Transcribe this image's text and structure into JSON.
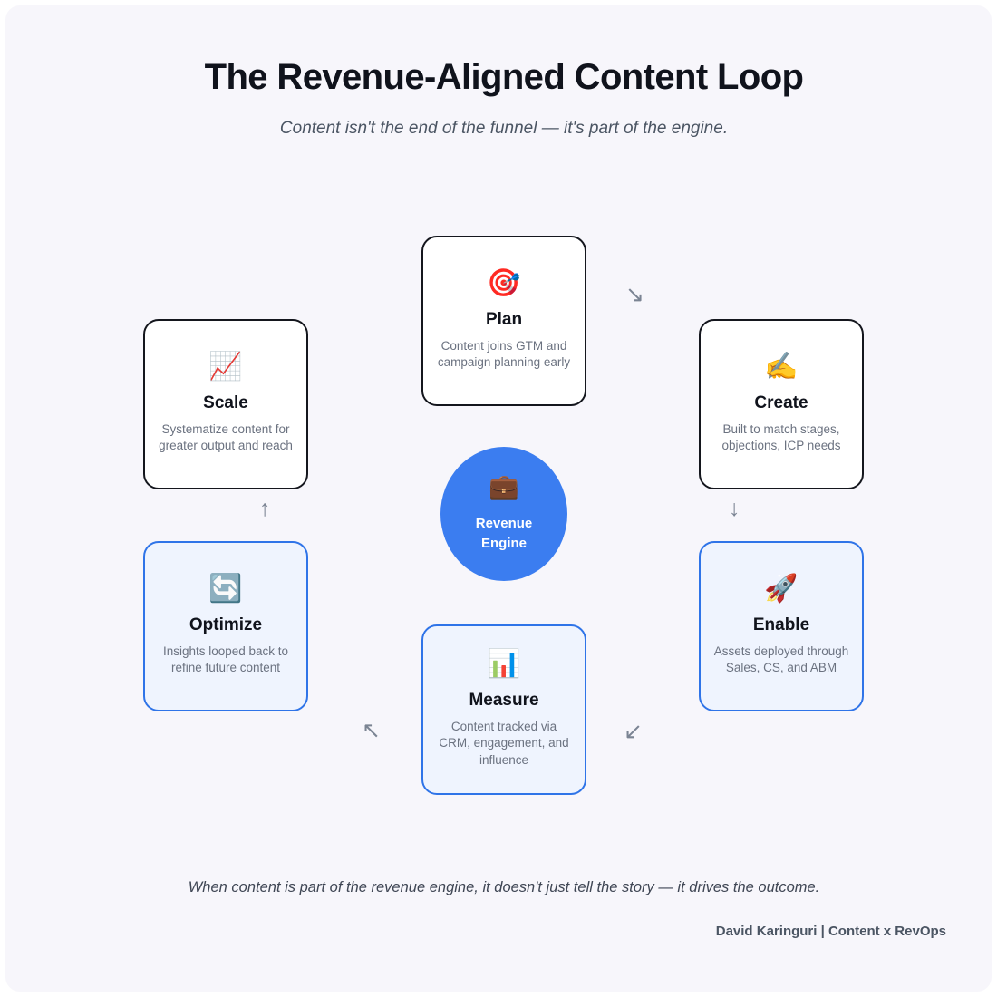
{
  "header": {
    "title": "The Revenue-Aligned Content Loop",
    "subtitle": "Content isn't the end of the funnel — it's part of the engine."
  },
  "hub": {
    "icon": "💼",
    "icon_name": "briefcase-icon",
    "label": "Revenue Engine",
    "color": "#3b7df0"
  },
  "nodes": [
    {
      "id": "plan",
      "title": "Plan",
      "description": "Content joins GTM and campaign planning early",
      "icon": "🎯",
      "icon_name": "bullseye-icon",
      "style": "dark",
      "border_color": "#14161d",
      "background": "#ffffff"
    },
    {
      "id": "create",
      "title": "Create",
      "description": "Built to match stages, objections, ICP needs",
      "icon": "✍️",
      "icon_name": "writing-hand-icon",
      "style": "dark",
      "border_color": "#14161d",
      "background": "#ffffff"
    },
    {
      "id": "enable",
      "title": "Enable",
      "description": "Assets deployed through Sales, CS, and ABM",
      "icon": "🚀",
      "icon_name": "rocket-icon",
      "style": "blue",
      "border_color": "#2f74e8",
      "background": "#eff4fe"
    },
    {
      "id": "measure",
      "title": "Measure",
      "description": "Content tracked via CRM, engagement, and influence",
      "icon": "📊",
      "icon_name": "bar-chart-icon",
      "style": "blue",
      "border_color": "#2f74e8",
      "background": "#eff4fe"
    },
    {
      "id": "optimize",
      "title": "Optimize",
      "description": "Insights looped back to refine future content",
      "icon": "🔄",
      "icon_name": "refresh-cycle-icon",
      "style": "blue",
      "border_color": "#2f74e8",
      "background": "#eff4fe"
    },
    {
      "id": "scale",
      "title": "Scale",
      "description": "Systematize content for greater output and reach",
      "icon": "📈",
      "icon_name": "chart-increasing-icon",
      "style": "dark",
      "border_color": "#14161d",
      "background": "#ffffff"
    }
  ],
  "arrows": [
    {
      "id": "plan-to-create",
      "glyph": "↘",
      "icon_name": "arrow-down-right-icon",
      "from": "Plan",
      "to": "Create"
    },
    {
      "id": "create-to-enable",
      "glyph": "↓",
      "icon_name": "arrow-down-icon",
      "from": "Create",
      "to": "Enable"
    },
    {
      "id": "enable-to-measure",
      "glyph": "↙",
      "icon_name": "arrow-down-left-icon",
      "from": "Enable",
      "to": "Measure"
    },
    {
      "id": "measure-to-optimize",
      "glyph": "↖",
      "icon_name": "arrow-up-left-icon",
      "from": "Measure",
      "to": "Optimize"
    },
    {
      "id": "optimize-to-scale",
      "glyph": "↑",
      "icon_name": "arrow-up-icon",
      "from": "Optimize",
      "to": "Scale"
    }
  ],
  "footer": {
    "closing": "When content is part of the revenue engine, it doesn't just tell the story — it drives the outcome.",
    "attribution": "David Karinguri | Content x RevOps"
  },
  "theme": {
    "page_background": "#f7f6fb",
    "frame": "#ffffff",
    "accent_blue": "#3b7df0",
    "border_blue": "#2f74e8",
    "border_dark": "#14161d",
    "text_primary": "#10131c",
    "text_muted": "#6b7280",
    "arrow_color": "#7b8493"
  }
}
